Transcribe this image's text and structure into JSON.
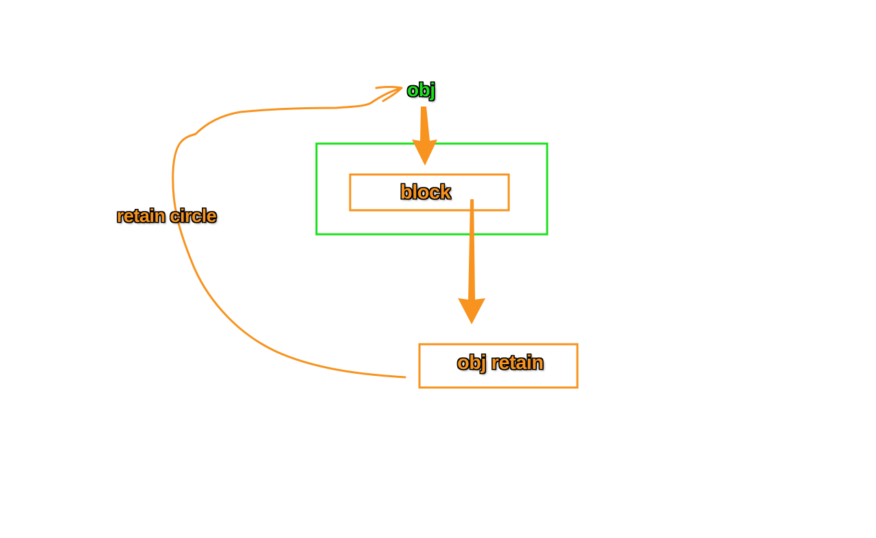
{
  "labels": {
    "obj": "obj",
    "block": "block",
    "retain_circle": "retain circle",
    "obj_retain": "obj retain"
  },
  "colors": {
    "orange": "#f7931e",
    "green": "#1ee01e",
    "outline": "#000000",
    "background": "#ffffff"
  }
}
